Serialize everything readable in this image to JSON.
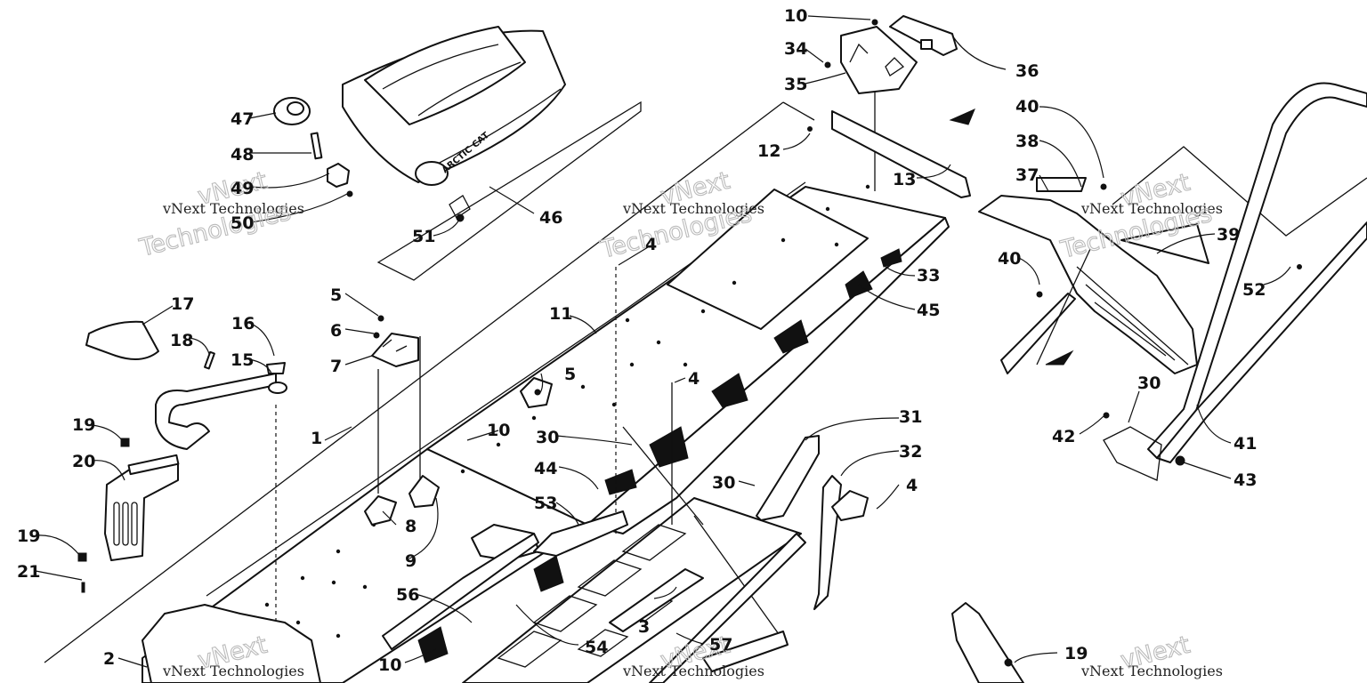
{
  "watermark": {
    "brand_line": "vNext Technologies",
    "big_top": "vNext",
    "big_bottom": "Technologies"
  },
  "seat_logo": "ARCTIC CAT",
  "callouts": [
    {
      "id": "c1",
      "label": "1"
    },
    {
      "id": "c2",
      "label": "2"
    },
    {
      "id": "c3",
      "label": "3"
    },
    {
      "id": "c4a",
      "label": "4"
    },
    {
      "id": "c4b",
      "label": "4"
    },
    {
      "id": "c4c",
      "label": "4"
    },
    {
      "id": "c5a",
      "label": "5"
    },
    {
      "id": "c5b",
      "label": "5"
    },
    {
      "id": "c6",
      "label": "6"
    },
    {
      "id": "c7",
      "label": "7"
    },
    {
      "id": "c8",
      "label": "8"
    },
    {
      "id": "c9",
      "label": "9"
    },
    {
      "id": "c10a",
      "label": "10"
    },
    {
      "id": "c10b",
      "label": "10"
    },
    {
      "id": "c10c",
      "label": "10"
    },
    {
      "id": "c11",
      "label": "11"
    },
    {
      "id": "c12",
      "label": "12"
    },
    {
      "id": "c13",
      "label": "13"
    },
    {
      "id": "c15",
      "label": "15"
    },
    {
      "id": "c16",
      "label": "16"
    },
    {
      "id": "c17",
      "label": "17"
    },
    {
      "id": "c18",
      "label": "18"
    },
    {
      "id": "c19a",
      "label": "19"
    },
    {
      "id": "c19b",
      "label": "19"
    },
    {
      "id": "c19c",
      "label": "19"
    },
    {
      "id": "c20",
      "label": "20"
    },
    {
      "id": "c21",
      "label": "21"
    },
    {
      "id": "c30a",
      "label": "30"
    },
    {
      "id": "c30b",
      "label": "30"
    },
    {
      "id": "c30c",
      "label": "30"
    },
    {
      "id": "c31",
      "label": "31"
    },
    {
      "id": "c32",
      "label": "32"
    },
    {
      "id": "c33",
      "label": "33"
    },
    {
      "id": "c34",
      "label": "34"
    },
    {
      "id": "c35",
      "label": "35"
    },
    {
      "id": "c36",
      "label": "36"
    },
    {
      "id": "c37",
      "label": "37"
    },
    {
      "id": "c38",
      "label": "38"
    },
    {
      "id": "c39",
      "label": "39"
    },
    {
      "id": "c40a",
      "label": "40"
    },
    {
      "id": "c40b",
      "label": "40"
    },
    {
      "id": "c41",
      "label": "41"
    },
    {
      "id": "c42",
      "label": "42"
    },
    {
      "id": "c43",
      "label": "43"
    },
    {
      "id": "c44",
      "label": "44"
    },
    {
      "id": "c45",
      "label": "45"
    },
    {
      "id": "c46",
      "label": "46"
    },
    {
      "id": "c47",
      "label": "47"
    },
    {
      "id": "c48",
      "label": "48"
    },
    {
      "id": "c49",
      "label": "49"
    },
    {
      "id": "c50",
      "label": "50"
    },
    {
      "id": "c51",
      "label": "51"
    },
    {
      "id": "c52",
      "label": "52"
    },
    {
      "id": "c53",
      "label": "53"
    },
    {
      "id": "c54",
      "label": "54"
    },
    {
      "id": "c56",
      "label": "56"
    },
    {
      "id": "c57",
      "label": "57"
    }
  ]
}
